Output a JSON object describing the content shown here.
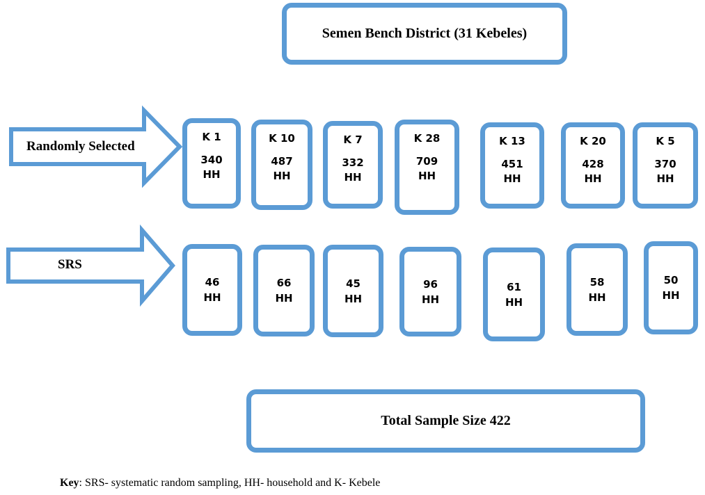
{
  "district": {
    "label": "Semen Bench District (31 Kebeles)"
  },
  "arrows": {
    "randomly_selected": "Randomly Selected",
    "srs": "SRS"
  },
  "kebeles": [
    {
      "name": "K 1",
      "count": "340",
      "unit": "HH"
    },
    {
      "name": "K 10",
      "count": "487",
      "unit": "HH"
    },
    {
      "name": "K 7",
      "count": "332",
      "unit": "HH"
    },
    {
      "name": "K 28",
      "count": "709",
      "unit": "HH"
    },
    {
      "name": "K 13",
      "count": "451",
      "unit": "HH"
    },
    {
      "name": "K 20",
      "count": "428",
      "unit": "HH"
    },
    {
      "name": "K 5",
      "count": "370",
      "unit": "HH"
    }
  ],
  "samples": [
    {
      "count": "46",
      "unit": "HH"
    },
    {
      "count": "66",
      "unit": "HH"
    },
    {
      "count": "45",
      "unit": "HH"
    },
    {
      "count": "96",
      "unit": "HH"
    },
    {
      "count": "61",
      "unit": "HH"
    },
    {
      "count": "58",
      "unit": "HH"
    },
    {
      "count": "50",
      "unit": "HH"
    }
  ],
  "total": {
    "label": "Total Sample Size 422"
  },
  "key": {
    "title": "Key",
    "text": ": SRS- systematic random sampling, HH- household and K- Kebele"
  },
  "colors": {
    "border": "#5b9bd5"
  }
}
